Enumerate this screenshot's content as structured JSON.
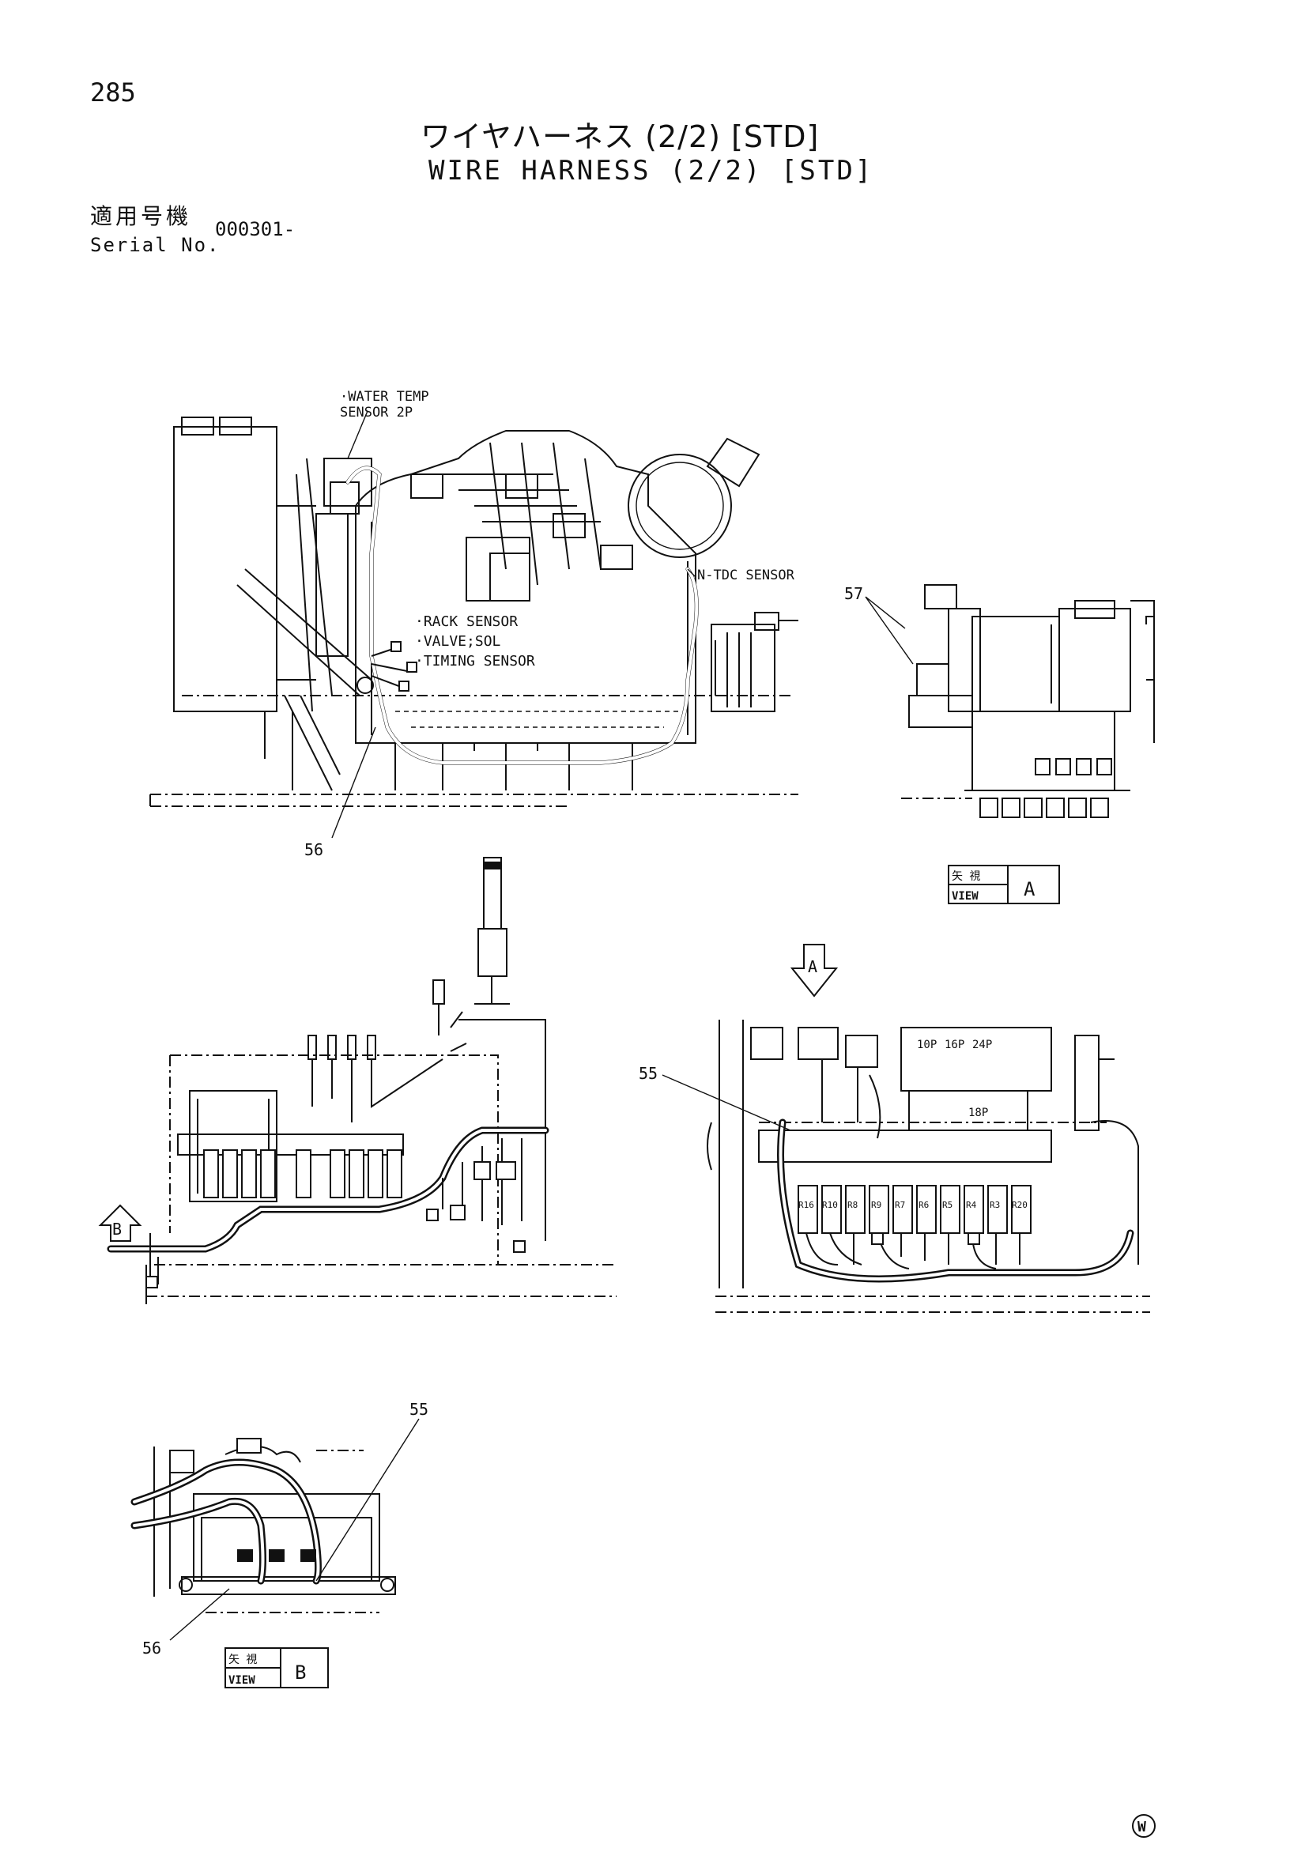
{
  "header": {
    "page_number": "285",
    "title_jp": "ワイヤハーネス (2/2) [STD]",
    "title_en": "WIRE HARNESS (2/2) [STD]"
  },
  "serial": {
    "label_jp": "適用号機",
    "label_en": "Serial No.",
    "value": "000301-"
  },
  "labels": {
    "water_temp": "·WATER TEMP",
    "water_temp_2": "SENSOR 2P",
    "rack_sensor": "·RACK SENSOR",
    "valve_sol": "·VALVE;SOL",
    "timing_sensor": "·TIMING SENSOR",
    "ntdc_sensor": "N-TDC SENSOR",
    "conn_10p": "10P",
    "conn_16p": "16P",
    "conn_24p": "24P",
    "conn_18p": "18P",
    "relays": [
      "R16",
      "R10",
      "R8",
      "R9",
      "R7",
      "R6",
      "R5",
      "R4",
      "R3",
      "R20"
    ]
  },
  "callouts": {
    "c56_main": "56",
    "c57": "57",
    "c55_viewa": "55",
    "c55_viewb": "55",
    "c56_viewb": "56"
  },
  "views": {
    "view_a_jp": "矢 視",
    "view_a_en": "VIEW",
    "view_a_letter": "A",
    "view_b_jp": "矢 視",
    "view_b_en": "VIEW",
    "view_b_letter": "B",
    "arrow_a": "A",
    "arrow_b": "B"
  },
  "footer": {
    "mark": "W"
  }
}
